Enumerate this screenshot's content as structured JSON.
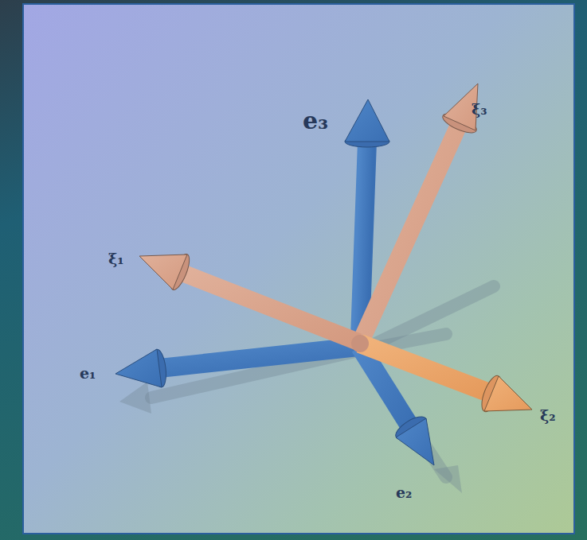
{
  "diagram": {
    "labels": [
      "e₃",
      "ξ₃",
      "ξ₁",
      "e₁",
      "ξ₂",
      "e₂"
    ]
  }
}
